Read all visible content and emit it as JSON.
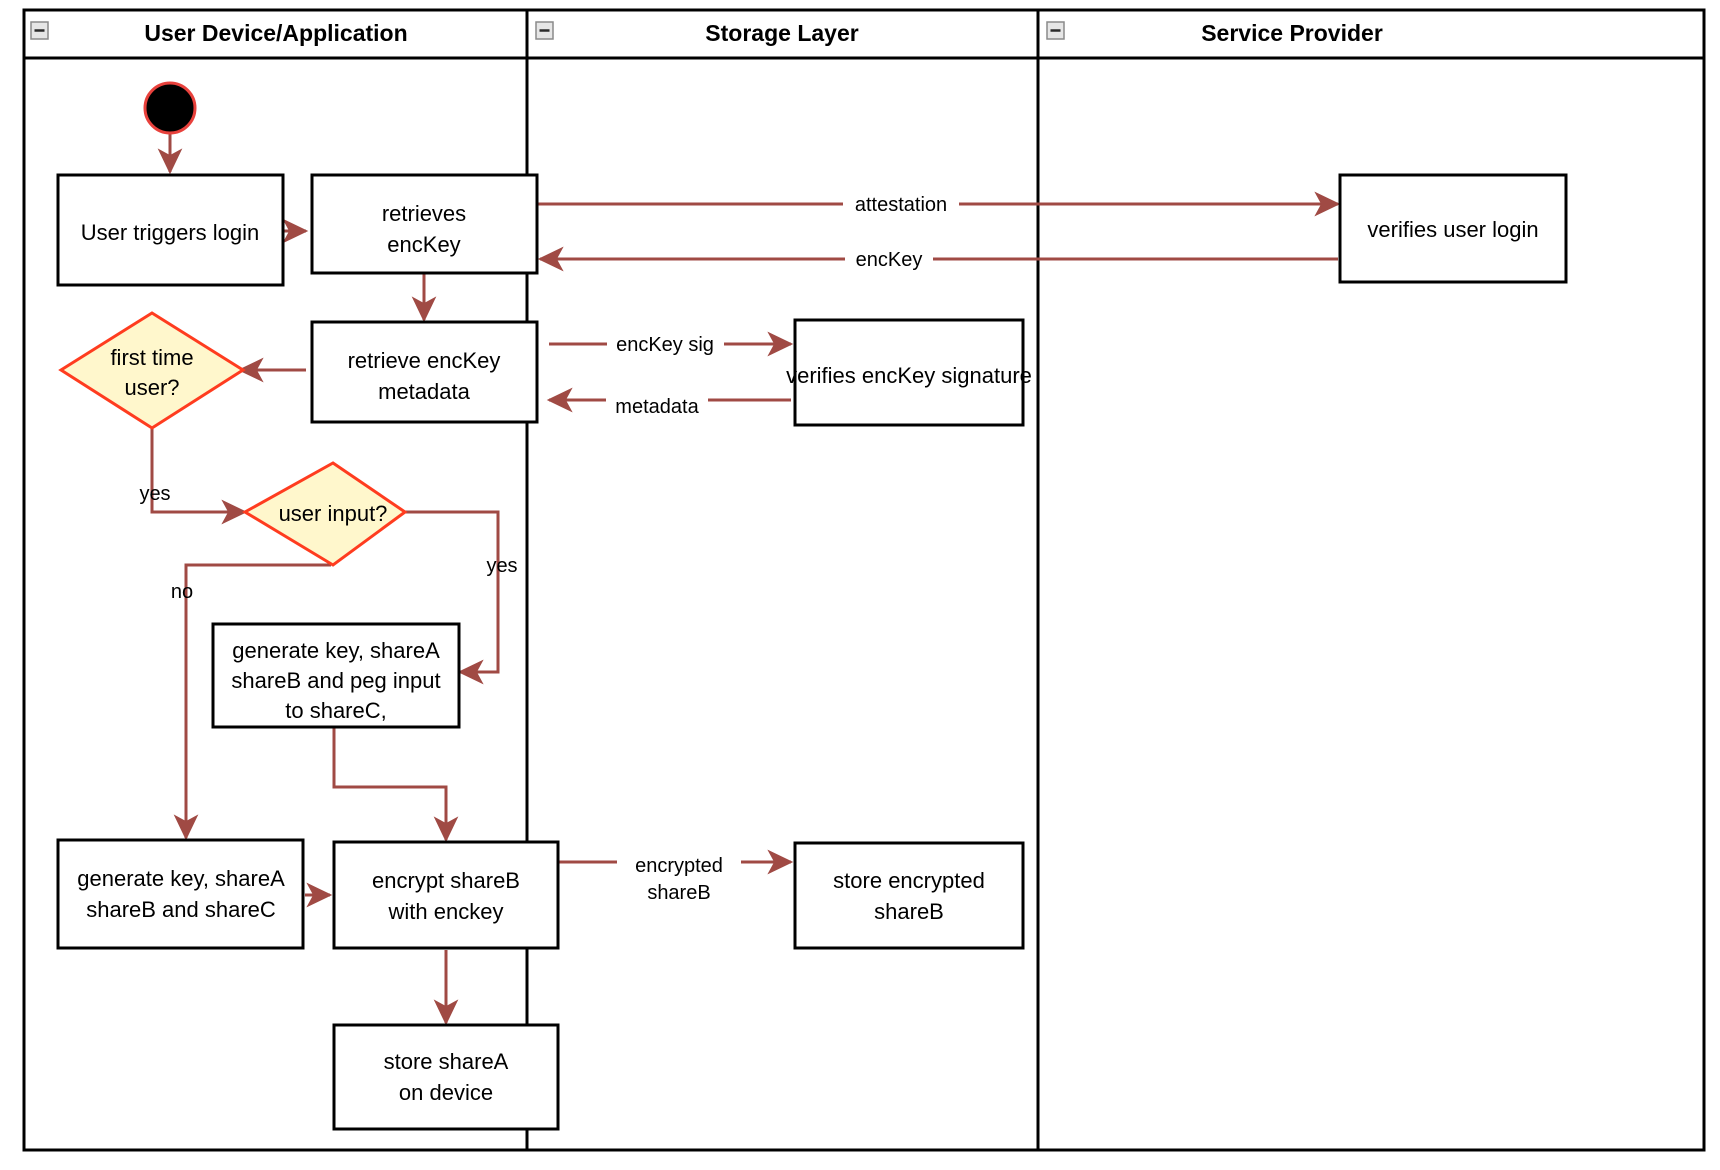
{
  "diagram": {
    "type": "uml-activity-swimlane",
    "title": "",
    "colors": {
      "flow_arrow": "#a04a44",
      "decision_fill": "#fff7cc",
      "decision_stroke": "#ff3c1f",
      "start_node_fill": "#000000",
      "start_node_stroke": "#e8413c",
      "node_stroke": "#000000",
      "node_fill": "#ffffff",
      "frame_stroke": "#000000",
      "background": "#ffffff"
    }
  },
  "lanes": [
    {
      "id": "lane-user-device",
      "label": "User Device/Application",
      "collapse_icon": "collapse-minus-icon"
    },
    {
      "id": "lane-storage",
      "label": "Storage Layer",
      "collapse_icon": "collapse-minus-icon"
    },
    {
      "id": "lane-service-provider",
      "label": "Service Provider",
      "collapse_icon": "collapse-minus-icon"
    }
  ],
  "nodes": [
    {
      "id": "start",
      "kind": "initial-node",
      "label": ""
    },
    {
      "id": "user-triggers-login",
      "kind": "action",
      "lines": [
        "User triggers login"
      ]
    },
    {
      "id": "retrieves-enckey",
      "kind": "action",
      "lines": [
        "retrieves",
        "encKey"
      ]
    },
    {
      "id": "verifies-user-login",
      "kind": "action",
      "lines": [
        "verifies user login"
      ]
    },
    {
      "id": "retrieve-enckey-metadata",
      "kind": "action",
      "lines": [
        "retrieve encKey",
        "metadata"
      ]
    },
    {
      "id": "verifies-enckey-signature",
      "kind": "action",
      "lines": [
        "verifies encKey signature"
      ]
    },
    {
      "id": "first-time-user",
      "kind": "decision",
      "lines": [
        "first time",
        "user?"
      ]
    },
    {
      "id": "user-input",
      "kind": "decision",
      "lines": [
        "user input?"
      ]
    },
    {
      "id": "generate-key-peg",
      "kind": "action",
      "lines": [
        "generate key, shareA",
        "shareB and peg input",
        "to shareC,"
      ]
    },
    {
      "id": "generate-key-sharec",
      "kind": "action",
      "lines": [
        "generate key, shareA",
        "shareB and shareC"
      ]
    },
    {
      "id": "encrypt-shareb",
      "kind": "action",
      "lines": [
        "encrypt shareB",
        "with enckey"
      ]
    },
    {
      "id": "store-encrypted-shareb",
      "kind": "action",
      "lines": [
        "store encrypted",
        "shareB"
      ]
    },
    {
      "id": "store-sharea",
      "kind": "action",
      "lines": [
        "store shareA",
        "on device"
      ]
    }
  ],
  "edge_labels": {
    "attestation": "attestation",
    "enckey": "encKey",
    "enckey_sig": "encKey sig",
    "metadata": "metadata",
    "yes_first_time": "yes",
    "yes_user_input": "yes",
    "no_user_input": "no",
    "encrypted_shareb_line1": "encrypted",
    "encrypted_shareb_line2": "shareB"
  },
  "node_text": {
    "user_triggers_login_l1": "User triggers login",
    "retrieves_enckey_l1": "retrieves",
    "retrieves_enckey_l2": "encKey",
    "verifies_user_login_l1": "verifies user login",
    "retrieve_meta_l1": "retrieve encKey",
    "retrieve_meta_l2": "metadata",
    "verifies_sig_l1": "verifies encKey signature",
    "first_time_l1": "first time",
    "first_time_l2": "user?",
    "user_input_l1": "user input?",
    "gen_peg_l1": "generate key, shareA",
    "gen_peg_l2": "shareB and peg input",
    "gen_peg_l3": "to shareC,",
    "gen_abc_l1": "generate key, shareA",
    "gen_abc_l2": "shareB and shareC",
    "encrypt_l1": "encrypt shareB",
    "encrypt_l2": "with enckey",
    "store_enc_l1": "store encrypted",
    "store_enc_l2": "shareB",
    "store_a_l1": "store shareA",
    "store_a_l2": "on device"
  }
}
